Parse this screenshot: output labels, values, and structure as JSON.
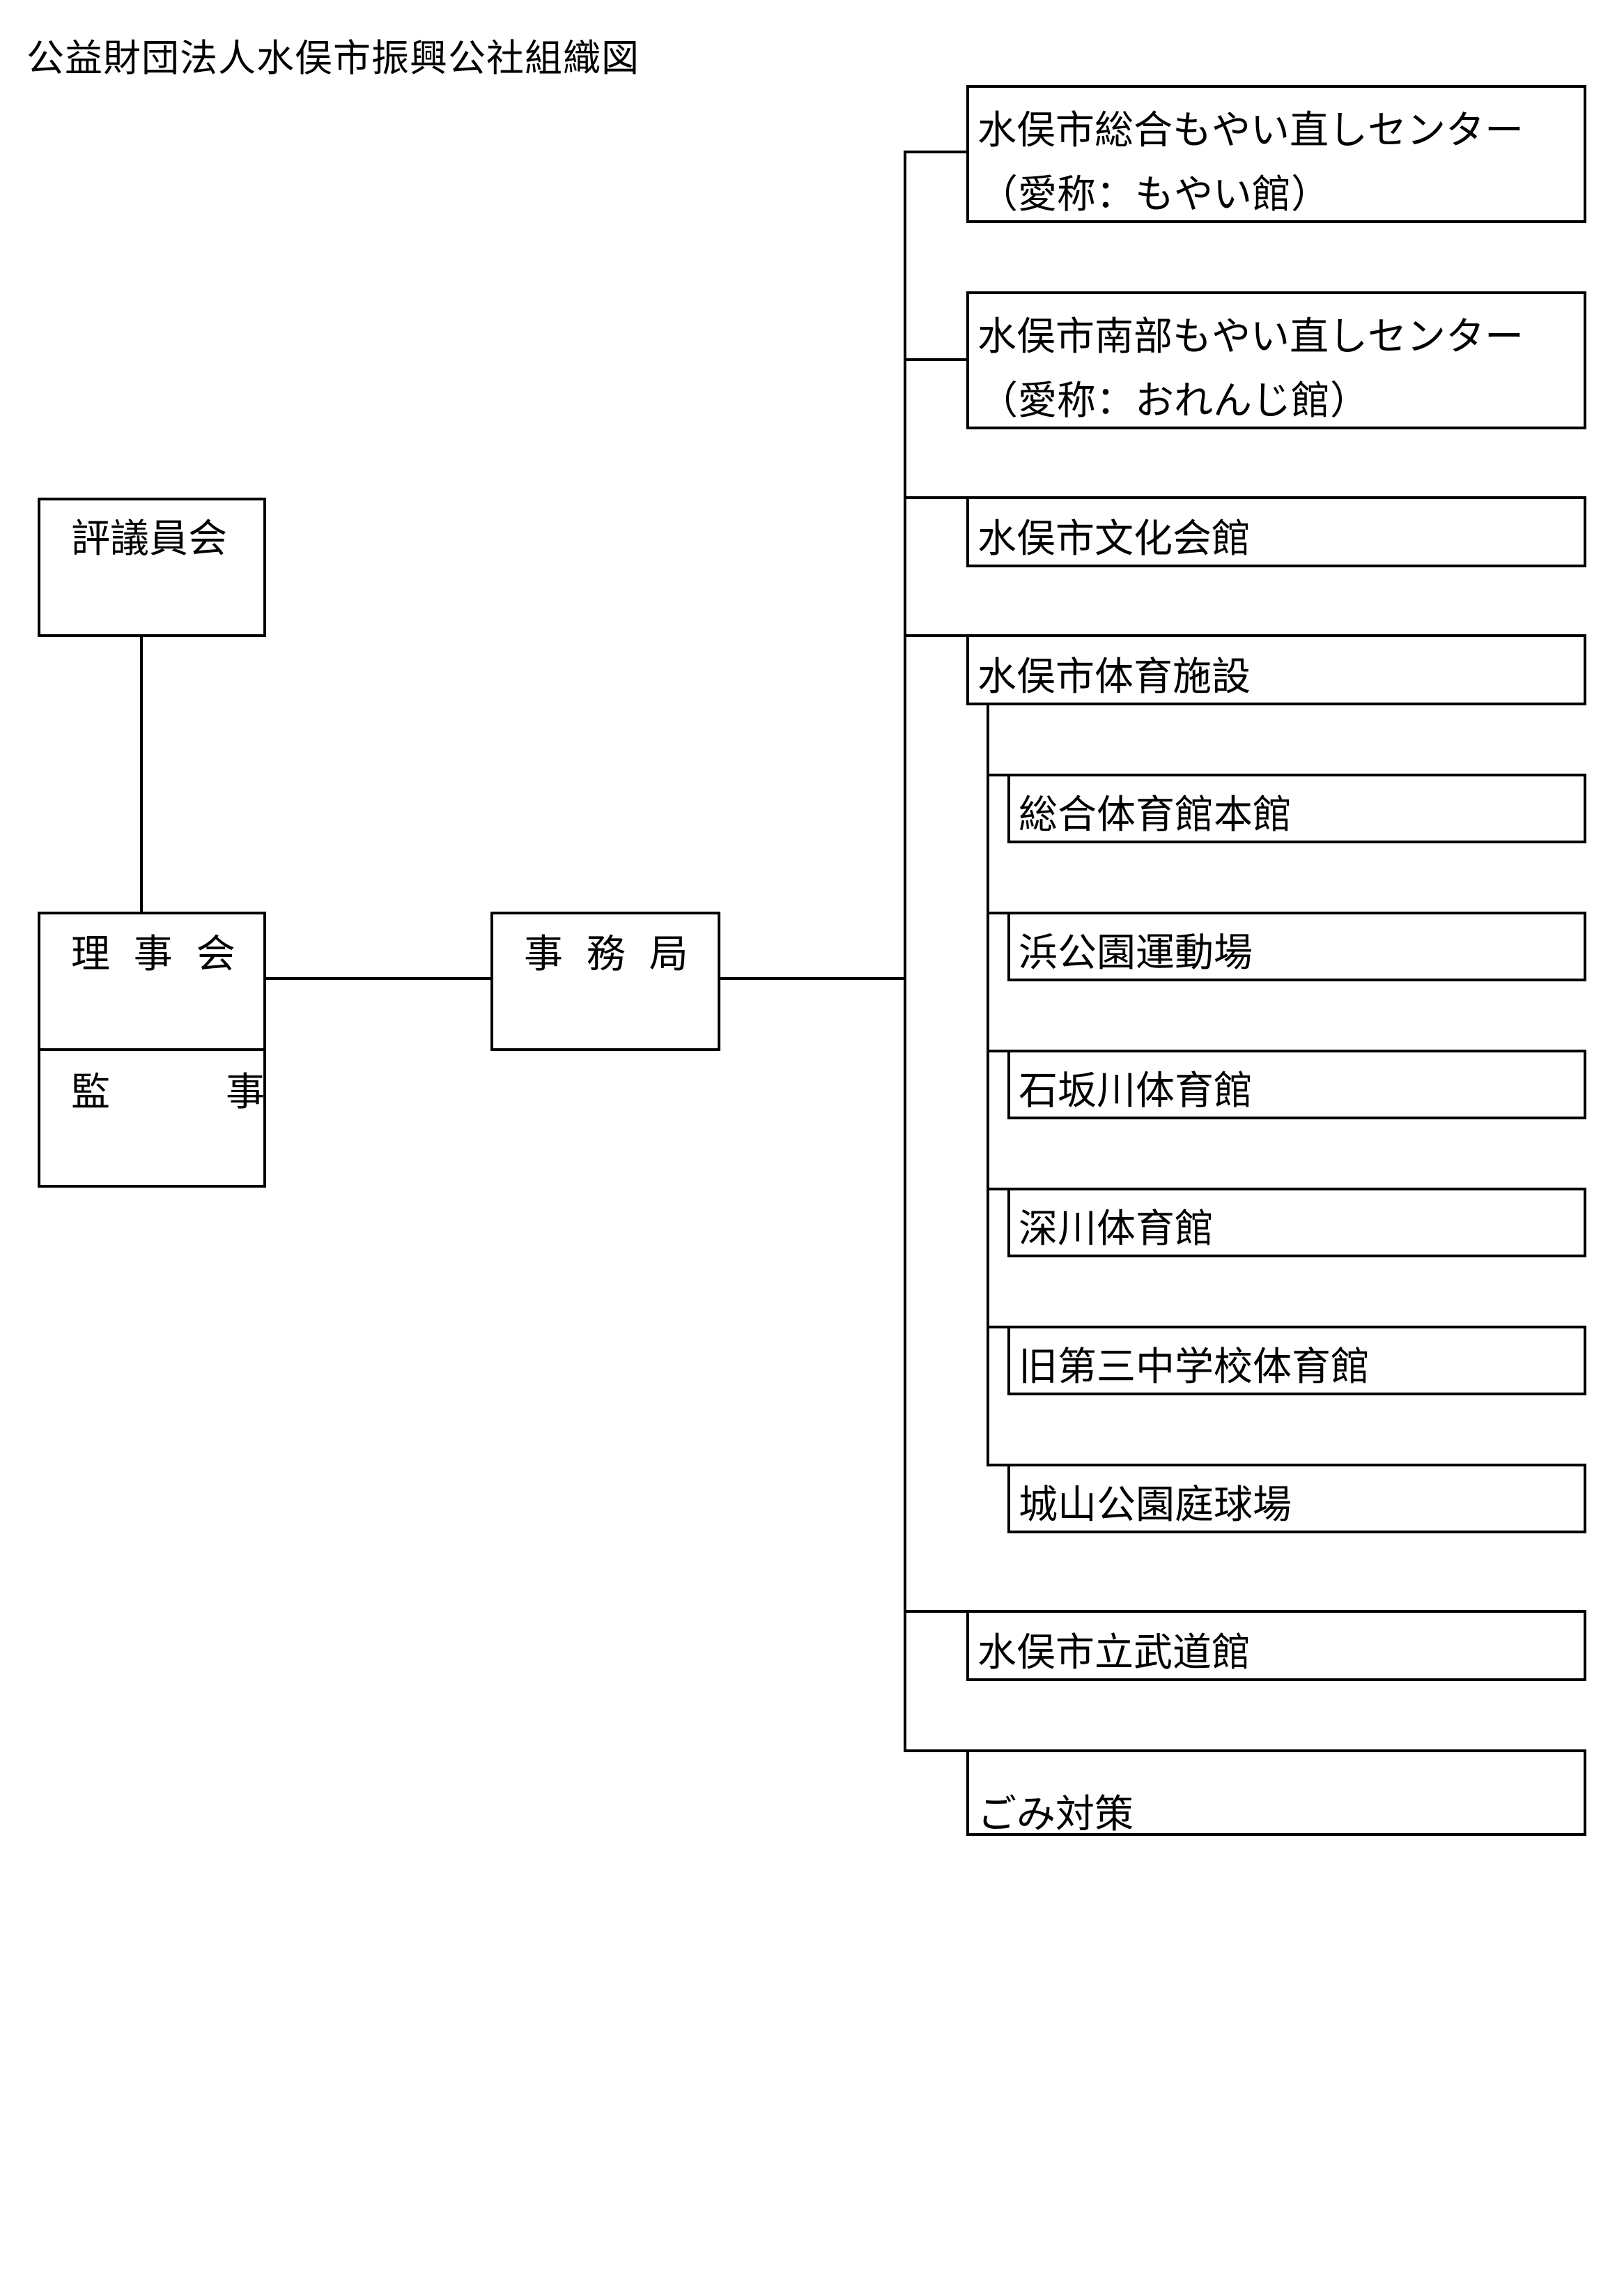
{
  "title": "公益財団法人水俣市振興公社組織図",
  "nodes": {
    "council": "評議員会",
    "board": "理 事 会",
    "auditor": "監　　事",
    "secretariat": "事 務 局",
    "moyai_line1": "水俣市総合もやい直しセンター",
    "moyai_line2": "（愛称：もやい館）",
    "orenji_line1": "水俣市南部もやい直しセンター",
    "orenji_line2": "（愛称：おれんじ館）",
    "culture_hall": "水俣市文化会館",
    "sports_facilities": "水俣市体育施設",
    "sports_children": [
      "総合体育館本館",
      "浜公園運動場",
      "石坂川体育館",
      "深川体育館",
      "旧第三中学校体育館",
      "城山公園庭球場"
    ],
    "budokan": "水俣市立武道館",
    "waste": "ごみ対策"
  }
}
